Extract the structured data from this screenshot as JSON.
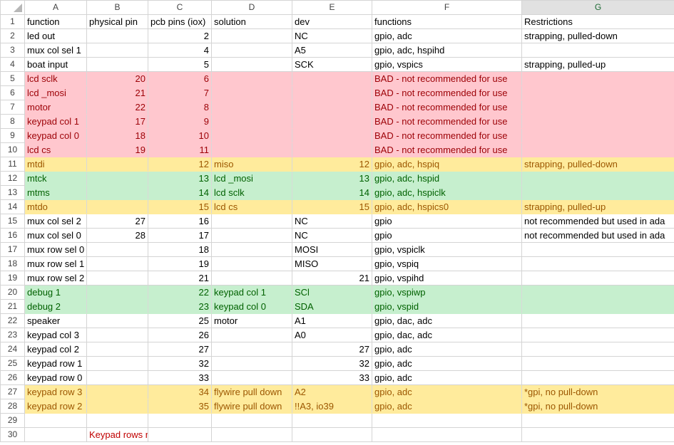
{
  "columns": [
    "A",
    "B",
    "C",
    "D",
    "E",
    "F",
    "G"
  ],
  "rows": [
    {
      "n": "1",
      "fill": "",
      "cells": [
        "function",
        "physical pin",
        "pcb pins (iox)",
        "solution",
        "dev",
        "functions",
        "Restrictions"
      ]
    },
    {
      "n": "2",
      "fill": "",
      "cells": [
        "led out",
        "",
        "2",
        "",
        "NC",
        "gpio, adc",
        "strapping, pulled-down"
      ]
    },
    {
      "n": "3",
      "fill": "",
      "cells": [
        "mux col sel 1",
        "",
        "4",
        "",
        "A5",
        "gpio, adc, hspihd",
        ""
      ]
    },
    {
      "n": "4",
      "fill": "",
      "cells": [
        "boat input",
        "",
        "5",
        "",
        "SCK",
        "gpio, vspics",
        "strapping, pulled-up"
      ]
    },
    {
      "n": "5",
      "fill": "red",
      "cells": [
        "lcd sclk",
        "20",
        "6",
        "",
        "",
        "BAD - not recommended for use",
        ""
      ]
    },
    {
      "n": "6",
      "fill": "red",
      "cells": [
        "lcd _mosi",
        "21",
        "7",
        "",
        "",
        "BAD - not recommended for use",
        ""
      ]
    },
    {
      "n": "7",
      "fill": "red",
      "cells": [
        "motor",
        "22",
        "8",
        "",
        "",
        "BAD - not recommended for use",
        ""
      ]
    },
    {
      "n": "8",
      "fill": "red",
      "cells": [
        "keypad col 1",
        "17",
        "9",
        "",
        "",
        "BAD - not recommended for use",
        ""
      ]
    },
    {
      "n": "9",
      "fill": "red",
      "cells": [
        "keypad col 0",
        "18",
        "10",
        "",
        "",
        "BAD - not recommended for use",
        ""
      ]
    },
    {
      "n": "10",
      "fill": "red",
      "cells": [
        "lcd cs",
        "19",
        "11",
        "",
        "",
        "BAD - not recommended for use",
        ""
      ]
    },
    {
      "n": "11",
      "fill": "yellow",
      "cells": [
        "mtdi",
        "",
        "12",
        "miso",
        "12",
        "gpio, adc, hspiq",
        "strapping, pulled-down"
      ]
    },
    {
      "n": "12",
      "fill": "green",
      "cells": [
        "mtck",
        "",
        "13",
        "lcd _mosi",
        "13",
        "gpio, adc, hspid",
        ""
      ]
    },
    {
      "n": "13",
      "fill": "green",
      "cells": [
        "mtms",
        "",
        "14",
        "lcd sclk",
        "14",
        "gpio, adc, hspiclk",
        ""
      ]
    },
    {
      "n": "14",
      "fill": "yellow",
      "cells": [
        "mtdo",
        "",
        "15",
        "lcd cs",
        "15",
        "gpio, adc, hspics0",
        "strapping, pulled-up"
      ]
    },
    {
      "n": "15",
      "fill": "",
      "cells": [
        "mux col sel 2",
        "27",
        "16",
        "",
        "NC",
        "gpio",
        "not recommended but used in ada"
      ]
    },
    {
      "n": "16",
      "fill": "",
      "cells": [
        "mux col sel 0",
        "28",
        "17",
        "",
        "NC",
        "gpio",
        "not recommended but used in ada"
      ]
    },
    {
      "n": "17",
      "fill": "",
      "cells": [
        "mux row sel 0",
        "",
        "18",
        "",
        "MOSI",
        "gpio, vspiclk",
        ""
      ]
    },
    {
      "n": "18",
      "fill": "",
      "cells": [
        "mux row sel 1",
        "",
        "19",
        "",
        "MISO",
        "gpio, vspiq",
        ""
      ]
    },
    {
      "n": "19",
      "fill": "",
      "cells": [
        "mux row sel 2",
        "",
        "21",
        "",
        "21",
        "gpio, vspihd",
        ""
      ]
    },
    {
      "n": "20",
      "fill": "green",
      "cells": [
        "debug 1",
        "",
        "22",
        "keypad col 1",
        "SCl",
        "gpio, vspiwp",
        ""
      ]
    },
    {
      "n": "21",
      "fill": "green",
      "cells": [
        "debug 2",
        "",
        "23",
        "keypad col 0",
        "SDA",
        "gpio, vspid",
        ""
      ]
    },
    {
      "n": "22",
      "fill": "",
      "cells": [
        "speaker",
        "",
        "25",
        "motor",
        "A1",
        "gpio, dac, adc",
        ""
      ]
    },
    {
      "n": "23",
      "fill": "",
      "cells": [
        "keypad col 3",
        "",
        "26",
        "",
        "A0",
        "gpio, dac, adc",
        ""
      ]
    },
    {
      "n": "24",
      "fill": "",
      "cells": [
        "keypad col 2",
        "",
        "27",
        "",
        "27",
        "gpio, adc",
        ""
      ]
    },
    {
      "n": "25",
      "fill": "",
      "cells": [
        "keypad row 1",
        "",
        "32",
        "",
        "32",
        "gpio, adc",
        ""
      ]
    },
    {
      "n": "26",
      "fill": "",
      "cells": [
        "keypad row 0",
        "",
        "33",
        "",
        "33",
        "gpio, adc",
        ""
      ]
    },
    {
      "n": "27",
      "fill": "yellow",
      "cells": [
        "keypad row 3",
        "",
        "34",
        "flywire pull down",
        "A2",
        "gpio, adc",
        "*gpi, no pull-down"
      ]
    },
    {
      "n": "28",
      "fill": "yellow",
      "cells": [
        "keypad row 2",
        "",
        "35",
        "flywire pull down",
        "!!A3, io39",
        "gpio, adc",
        "*gpi, no pull-down"
      ]
    },
    {
      "n": "29",
      "fill": "",
      "cells": [
        "",
        "",
        "",
        "",
        "",
        "",
        ""
      ]
    },
    {
      "n": "30",
      "fill": "",
      "cells": [
        "",
        "Keypad rows need to have internal pull down resistors",
        "",
        "",
        "",
        "",
        ""
      ]
    }
  ],
  "colors": {
    "red_fill": "#ffc7ce",
    "red_text": "#9c0006",
    "yellow_fill": "#ffeb9c",
    "yellow_text": "#9c5700",
    "green_fill": "#c6efce",
    "green_text": "#006100",
    "note_text": "#c00000",
    "selected_header": "#1e7145"
  },
  "selected_column": "G"
}
